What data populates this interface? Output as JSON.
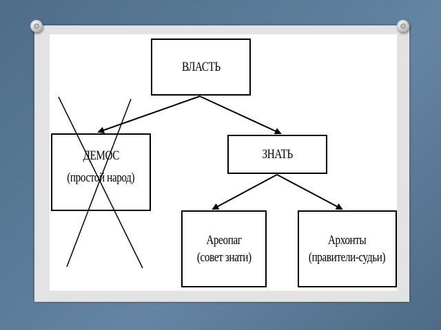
{
  "diagram": {
    "nodes": {
      "power": {
        "label": "ВЛАСТЬ"
      },
      "demos": {
        "label_line1": "ДЕМОС",
        "label_line2": "(простой народ)",
        "crossed_out": true
      },
      "nobility": {
        "label": "ЗНАТЬ"
      },
      "areopagus": {
        "label_line1": "Ареопаг",
        "label_line2": "(совет знати)"
      },
      "archons": {
        "label_line1": "Архонты",
        "label_line2": "(правители-судьи)"
      }
    },
    "edges": [
      {
        "from": "power",
        "to": "demos"
      },
      {
        "from": "power",
        "to": "nobility"
      },
      {
        "from": "nobility",
        "to": "areopagus"
      },
      {
        "from": "nobility",
        "to": "archons"
      }
    ],
    "colors": {
      "background": "#5a7896",
      "sheet": "#ffffff",
      "line": "#000000"
    }
  }
}
